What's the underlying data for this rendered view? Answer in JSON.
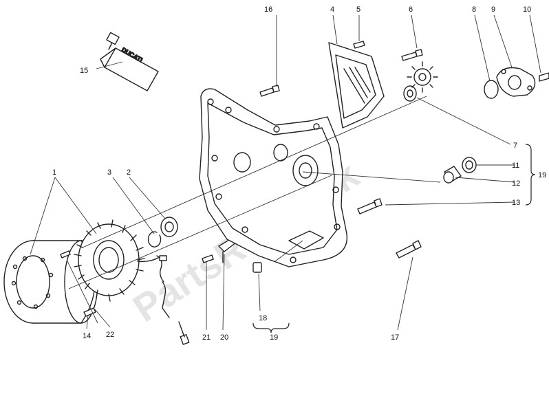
{
  "diagram": {
    "watermark": "PartsRepublik",
    "tube_label": "DUCATI",
    "callouts": {
      "c1": "1",
      "c2": "2",
      "c3": "3",
      "c4": "4",
      "c5": "5",
      "c6": "6",
      "c7": "7",
      "c8": "8",
      "c9": "9",
      "c10": "10",
      "c11": "11",
      "c12": "12",
      "c13": "13",
      "c14": "14",
      "c15": "15",
      "c16": "16",
      "c17": "17",
      "c18": "18",
      "c19a": "19",
      "c19b": "19",
      "c20": "20",
      "c21": "21",
      "c22": "22"
    }
  }
}
